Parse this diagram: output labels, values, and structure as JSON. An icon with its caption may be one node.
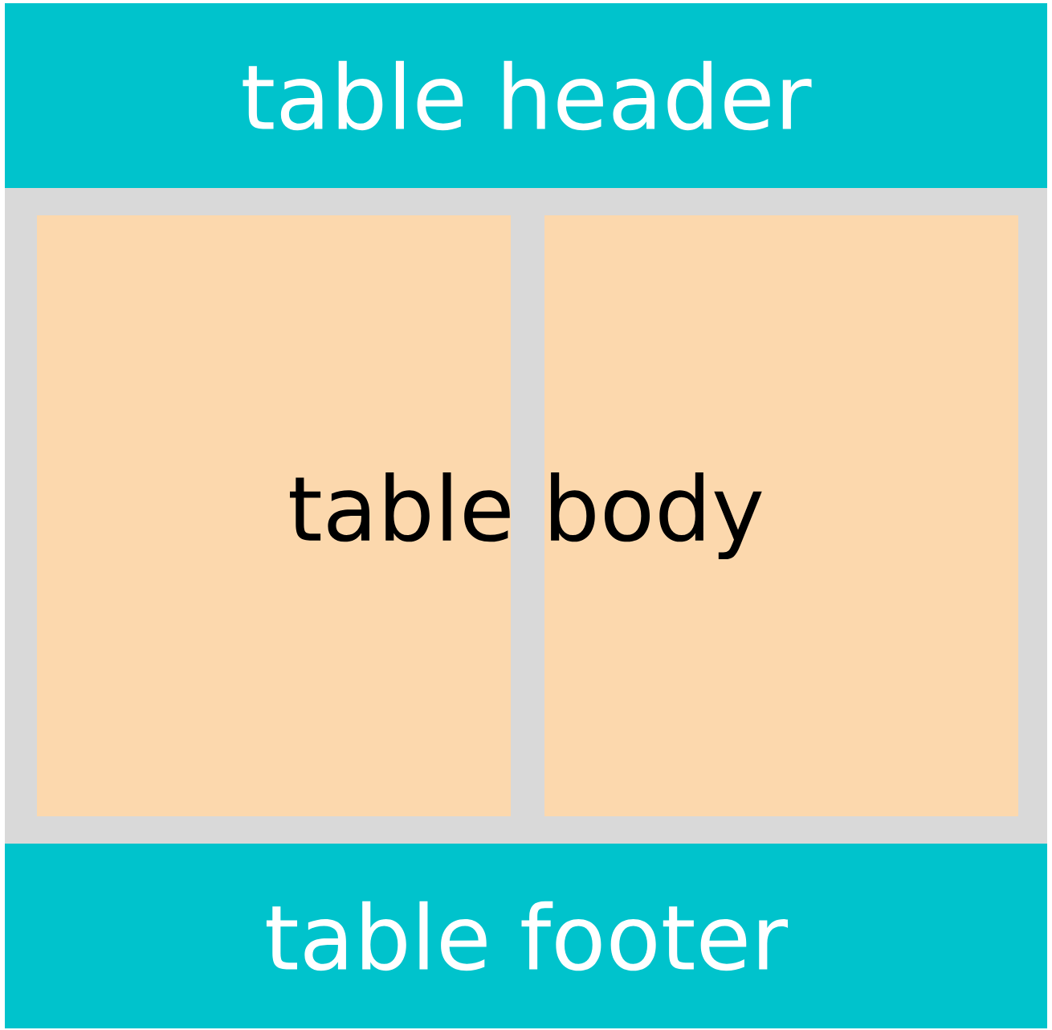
{
  "diagram": {
    "nodes": [
      {
        "text": [
          "table header"
        ]
      },
      {
        "text": [
          "table body"
        ]
      },
      {
        "text": [],
        "shape": "box",
        "in": 1
      },
      {
        "text": [],
        "shape": "box",
        "in": 1
      },
      {
        "text": [
          "table footer"
        ]
      }
    ]
  }
}
